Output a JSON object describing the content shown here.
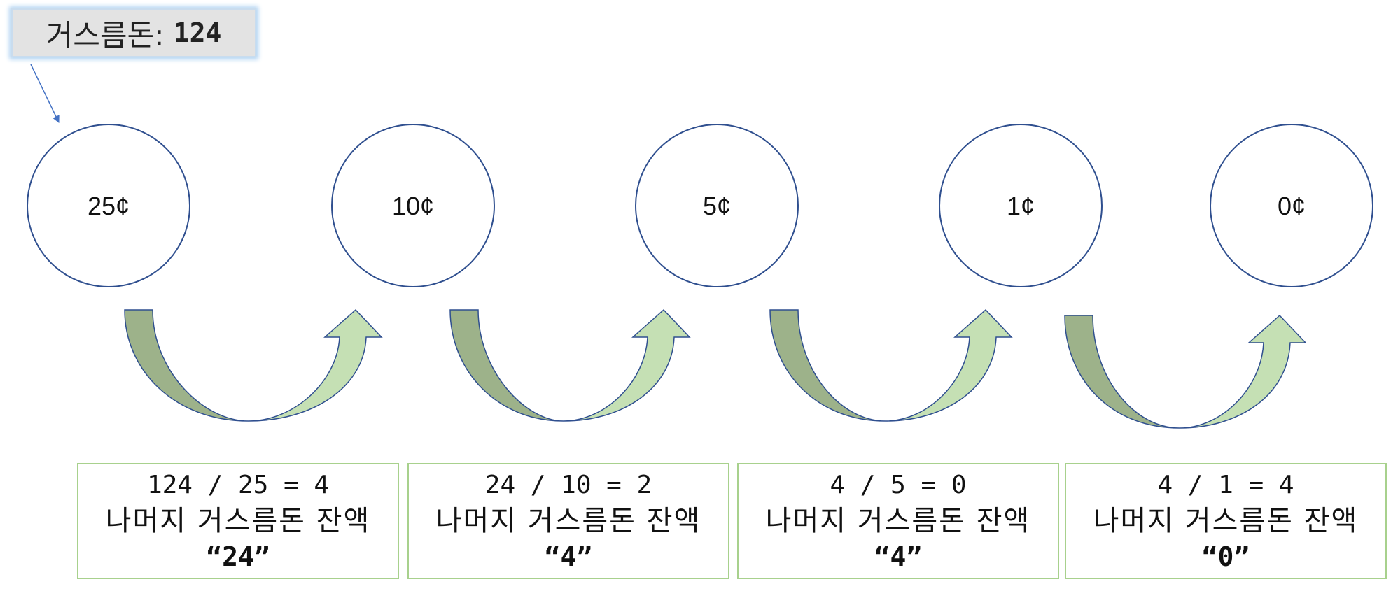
{
  "change": {
    "label": "거스름돈:",
    "amount": "124"
  },
  "coins": [
    {
      "label": "25¢"
    },
    {
      "label": "10¢"
    },
    {
      "label": "5¢"
    },
    {
      "label": "1¢"
    },
    {
      "label": "0¢"
    }
  ],
  "steps": [
    {
      "equation": "124 / 25 = 4",
      "caption": "나머지 거스름돈 잔액",
      "remainder": "“24”"
    },
    {
      "equation": "24 / 10 = 2",
      "caption": "나머지 거스름돈 잔액",
      "remainder": "“4”"
    },
    {
      "equation": "4 / 5 = 0",
      "caption": "나머지 거스름돈 잔액",
      "remainder": "“4”"
    },
    {
      "equation": "4 / 1 = 4",
      "caption": "나머지 거스름돈 잔액",
      "remainder": "“0”"
    }
  ],
  "colors": {
    "circle_stroke": "#2f4f8f",
    "arrow_dark": "#9db28a",
    "arrow_light": "#c5e0b4",
    "arrow_stroke": "#2f4f8f",
    "box_border": "#a8d18d",
    "pointer": "#4472c4"
  }
}
